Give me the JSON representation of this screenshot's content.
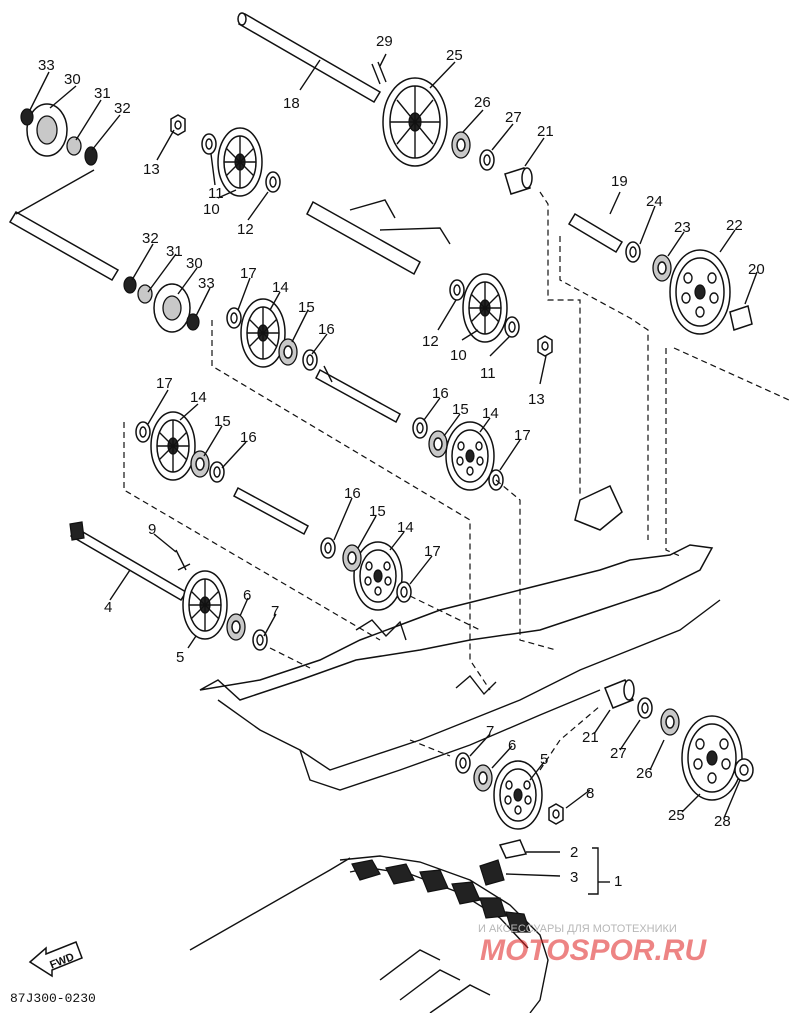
{
  "diagram_code": "87J300-0230",
  "fwd_label": "FWD",
  "watermark": {
    "line1": "И АКСЕССУАРЫ ДЛЯ МОТОТЕХНИКИ",
    "line2": "MOTOSPOR.RU"
  },
  "part_labels": [
    {
      "id": "p33a",
      "text": "33"
    },
    {
      "id": "p30a",
      "text": "30"
    },
    {
      "id": "p31a",
      "text": "31"
    },
    {
      "id": "p32a",
      "text": "32"
    },
    {
      "id": "p13a",
      "text": "13"
    },
    {
      "id": "p11a",
      "text": "11"
    },
    {
      "id": "p10a",
      "text": "10"
    },
    {
      "id": "p12a",
      "text": "12"
    },
    {
      "id": "p18",
      "text": "18"
    },
    {
      "id": "p29",
      "text": "29"
    },
    {
      "id": "p25a",
      "text": "25"
    },
    {
      "id": "p26a",
      "text": "26"
    },
    {
      "id": "p27a",
      "text": "27"
    },
    {
      "id": "p21a",
      "text": "21"
    },
    {
      "id": "p19",
      "text": "19"
    },
    {
      "id": "p24",
      "text": "24"
    },
    {
      "id": "p23",
      "text": "23"
    },
    {
      "id": "p22",
      "text": "22"
    },
    {
      "id": "p20",
      "text": "20"
    },
    {
      "id": "p32b",
      "text": "32"
    },
    {
      "id": "p31b",
      "text": "31"
    },
    {
      "id": "p30b",
      "text": "30"
    },
    {
      "id": "p33b",
      "text": "33"
    },
    {
      "id": "p17a",
      "text": "17"
    },
    {
      "id": "p14a",
      "text": "14"
    },
    {
      "id": "p15a",
      "text": "15"
    },
    {
      "id": "p16a",
      "text": "16"
    },
    {
      "id": "p12b",
      "text": "12"
    },
    {
      "id": "p10b",
      "text": "10"
    },
    {
      "id": "p11b",
      "text": "11"
    },
    {
      "id": "p13b",
      "text": "13"
    },
    {
      "id": "p17b",
      "text": "17"
    },
    {
      "id": "p14b",
      "text": "14"
    },
    {
      "id": "p15b",
      "text": "15"
    },
    {
      "id": "p16b",
      "text": "16"
    },
    {
      "id": "p16c",
      "text": "16"
    },
    {
      "id": "p15c",
      "text": "15"
    },
    {
      "id": "p14c",
      "text": "14"
    },
    {
      "id": "p17c",
      "text": "17"
    },
    {
      "id": "p16d",
      "text": "16"
    },
    {
      "id": "p15d",
      "text": "15"
    },
    {
      "id": "p14d",
      "text": "14"
    },
    {
      "id": "p17d",
      "text": "17"
    },
    {
      "id": "p9",
      "text": "9"
    },
    {
      "id": "p4",
      "text": "4"
    },
    {
      "id": "p6a",
      "text": "6"
    },
    {
      "id": "p7a",
      "text": "7"
    },
    {
      "id": "p5a",
      "text": "5"
    },
    {
      "id": "p7b",
      "text": "7"
    },
    {
      "id": "p6b",
      "text": "6"
    },
    {
      "id": "p5b",
      "text": "5"
    },
    {
      "id": "p8",
      "text": "8"
    },
    {
      "id": "p21b",
      "text": "21"
    },
    {
      "id": "p27b",
      "text": "27"
    },
    {
      "id": "p26b",
      "text": "26"
    },
    {
      "id": "p25b",
      "text": "25"
    },
    {
      "id": "p28",
      "text": "28"
    },
    {
      "id": "p2",
      "text": "2"
    },
    {
      "id": "p3",
      "text": "3"
    },
    {
      "id": "p1",
      "text": "1"
    }
  ]
}
